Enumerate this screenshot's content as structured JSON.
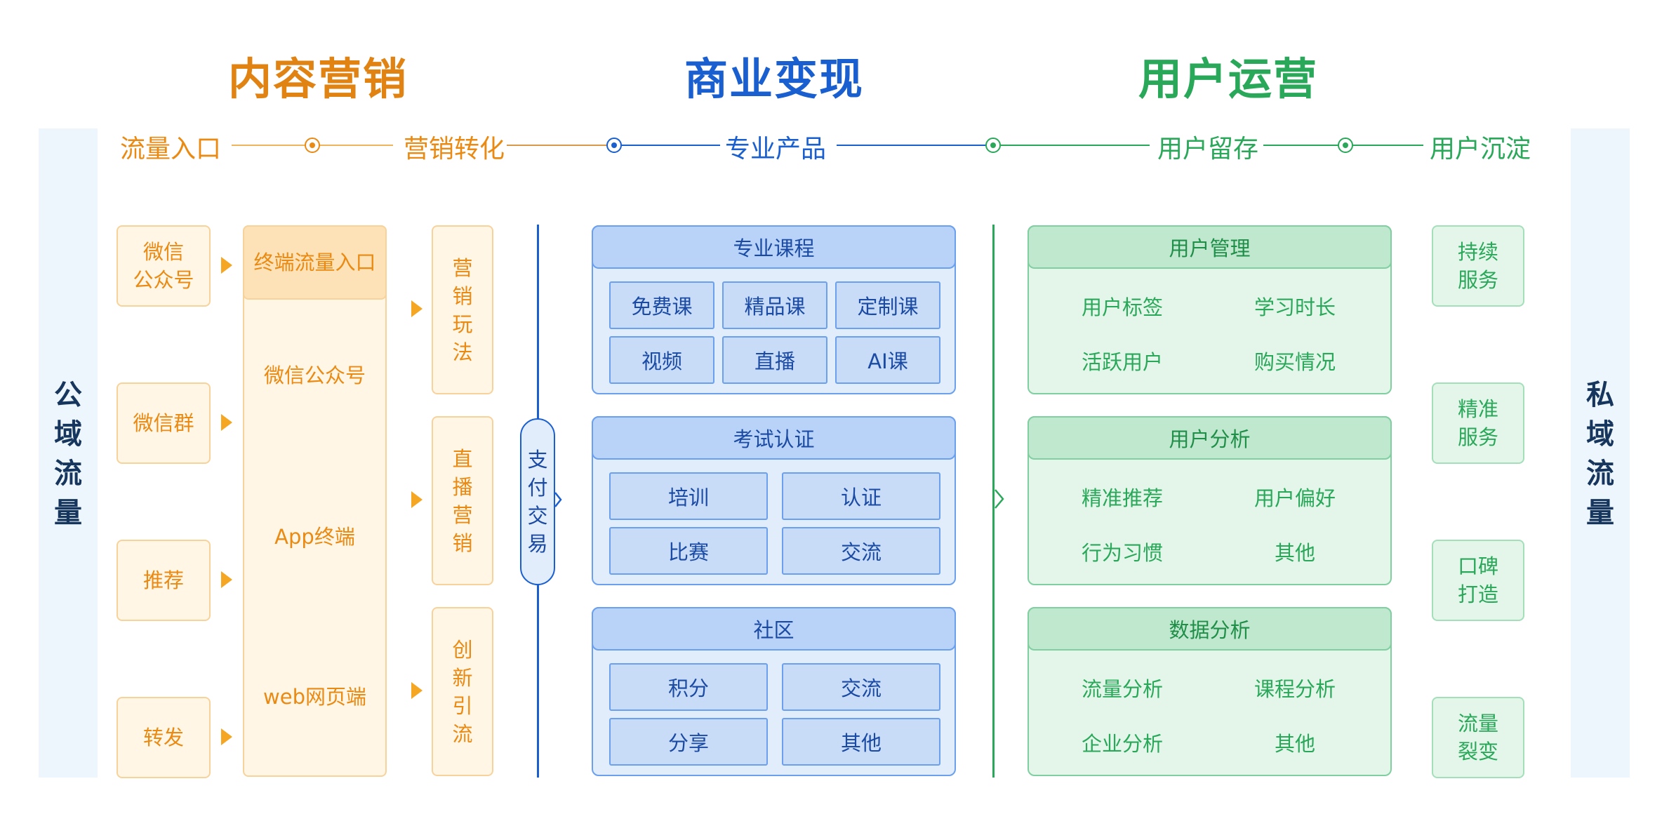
{
  "sections": {
    "content_marketing": "内容营销",
    "business_monetization": "商业变现",
    "user_operations": "用户运营"
  },
  "stages": [
    "流量入口",
    "营销转化",
    "专业产品",
    "用户留存",
    "用户沉淀"
  ],
  "side": {
    "left": "公域流量",
    "right": "私域流量"
  },
  "sources": [
    "微信\n公众号",
    "微信群",
    "推荐",
    "转发"
  ],
  "terminals": {
    "header": "终端流量入口",
    "items": [
      "微信公众号",
      "App终端",
      "web网页端"
    ]
  },
  "marketing": [
    "营销玩法",
    "直播营销",
    "创新引流"
  ],
  "payment": "支付交易",
  "products": [
    {
      "title": "专业课程",
      "items": [
        "免费课",
        "精品课",
        "定制课",
        "视频",
        "直播",
        "AI课"
      ]
    },
    {
      "title": "考试认证",
      "items": [
        "培训",
        "认证",
        "比赛",
        "交流"
      ]
    },
    {
      "title": "社区",
      "items": [
        "积分",
        "交流",
        "分享",
        "其他"
      ]
    }
  ],
  "user_panels": [
    {
      "title": "用户管理",
      "items": [
        "用户标签",
        "学习时长",
        "活跃用户",
        "购买情况"
      ]
    },
    {
      "title": "用户分析",
      "items": [
        "精准推荐",
        "用户偏好",
        "行为习惯",
        "其他"
      ]
    },
    {
      "title": "数据分析",
      "items": [
        "流量分析",
        "课程分析",
        "企业分析",
        "其他"
      ]
    }
  ],
  "services": [
    "持续\n服务",
    "精准\n服务",
    "口碑\n打造",
    "流量\n裂变"
  ],
  "colors": {
    "orange": "#ea8a12",
    "blue": "#1a5fd0",
    "green": "#2aa85a",
    "navy": "#17365d"
  }
}
